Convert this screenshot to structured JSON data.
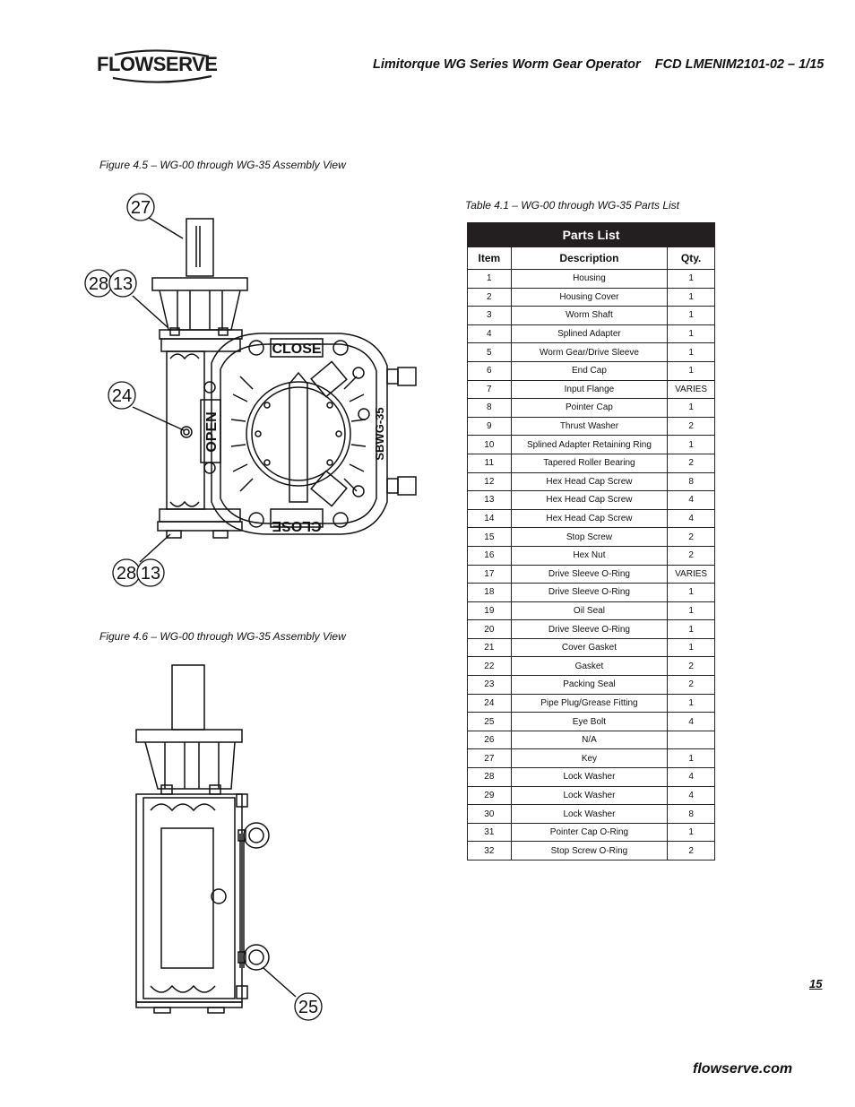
{
  "header": {
    "logo_text": "FLOWSERVE",
    "title": "Limitorque WG Series Worm Gear Operator    FCD LMENIM2101-02 – 1/15"
  },
  "figures": {
    "fig1_caption": "Figure 4.5 – WG-00 through WG-35 Assembly View",
    "fig2_caption": "Figure 4.6 – WG-00 through WG-35 Assembly View",
    "fig1_callouts": {
      "c27": "27",
      "c28a": "28",
      "c13a": "13",
      "c24": "24",
      "c28b": "28",
      "c13b": "13"
    },
    "fig1_castings": {
      "close_top": "CLOSE",
      "close_bottom": "CLOSE",
      "open": "OPEN",
      "model": "SBWG-35"
    },
    "fig2_callouts": {
      "c25": "25"
    }
  },
  "table": {
    "caption": "Table 4.1 – WG-00 through WG-35 Parts List",
    "title": "Parts List",
    "columns": [
      "Item",
      "Description",
      "Qty."
    ],
    "rows": [
      [
        "1",
        "Housing",
        "1"
      ],
      [
        "2",
        "Housing Cover",
        "1"
      ],
      [
        "3",
        "Worm Shaft",
        "1"
      ],
      [
        "4",
        "Splined Adapter",
        "1"
      ],
      [
        "5",
        "Worm Gear/Drive Sleeve",
        "1"
      ],
      [
        "6",
        "End Cap",
        "1"
      ],
      [
        "7",
        "Input Flange",
        "VARIES"
      ],
      [
        "8",
        "Pointer Cap",
        "1"
      ],
      [
        "9",
        "Thrust Washer",
        "2"
      ],
      [
        "10",
        "Splined Adapter Retaining Ring",
        "1"
      ],
      [
        "11",
        "Tapered Roller Bearing",
        "2"
      ],
      [
        "12",
        "Hex Head Cap Screw",
        "8"
      ],
      [
        "13",
        "Hex Head Cap Screw",
        "4"
      ],
      [
        "14",
        "Hex Head Cap Screw",
        "4"
      ],
      [
        "15",
        "Stop Screw",
        "2"
      ],
      [
        "16",
        "Hex Nut",
        "2"
      ],
      [
        "17",
        "Drive Sleeve O-Ring",
        "VARIES"
      ],
      [
        "18",
        "Drive Sleeve O-Ring",
        "1"
      ],
      [
        "19",
        "Oil Seal",
        "1"
      ],
      [
        "20",
        "Drive Sleeve O-Ring",
        "1"
      ],
      [
        "21",
        "Cover Gasket",
        "1"
      ],
      [
        "22",
        "Gasket",
        "2"
      ],
      [
        "23",
        "Packing Seal",
        "2"
      ],
      [
        "24",
        "Pipe Plug/Grease Fitting",
        "1"
      ],
      [
        "25",
        "Eye Bolt",
        "4"
      ],
      [
        "26",
        "N/A",
        ""
      ],
      [
        "27",
        "Key",
        "1"
      ],
      [
        "28",
        "Lock Washer",
        "4"
      ],
      [
        "29",
        "Lock Washer",
        "4"
      ],
      [
        "30",
        "Lock Washer",
        "8"
      ],
      [
        "31",
        "Pointer Cap O-Ring",
        "1"
      ],
      [
        "32",
        "Stop Screw O-Ring",
        "2"
      ]
    ]
  },
  "footer": {
    "page_number": "15",
    "website": "flowserve.com"
  }
}
